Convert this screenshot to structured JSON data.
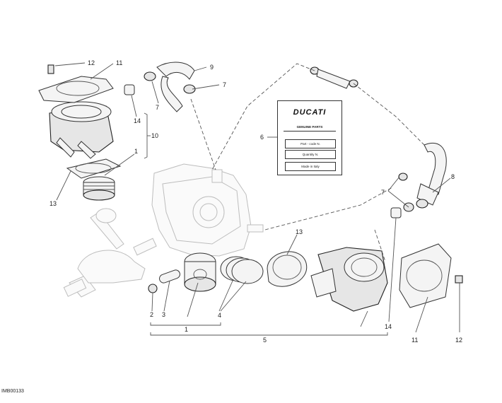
{
  "diagram": {
    "reference_code": "IMB00133",
    "callouts": {
      "c12_top": "12",
      "c11_top": "11",
      "c9": "9",
      "c7_right": "7",
      "c7_left": "7",
      "c14_top": "14",
      "c10": "10",
      "c1_top": "1",
      "c13_left": "13",
      "c6": "6",
      "c8": "8",
      "c7_bottom": "7",
      "c13_mid": "13",
      "c2": "2",
      "c3": "3",
      "c4": "4",
      "c1_bottom": "1",
      "c5": "5",
      "c14_bottom": "14",
      "c11_bottom": "11",
      "c12_bottom": "12"
    },
    "parts_bag": {
      "brand": "DUCATI",
      "genuine": "GENUINE PARTS",
      "rows": [
        "Part - code N.",
        "Quantity N.",
        "Made in Italy"
      ]
    }
  }
}
